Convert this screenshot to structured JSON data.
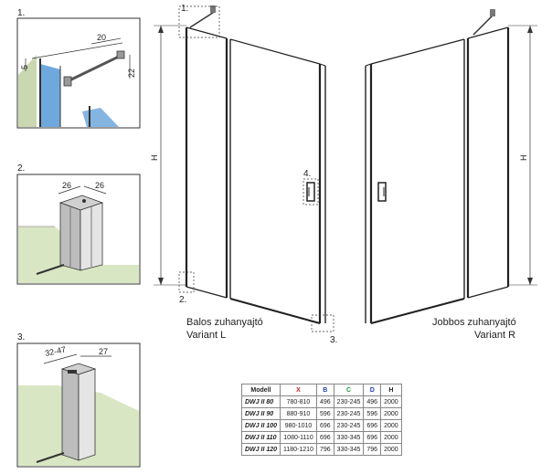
{
  "callouts": {
    "detail1": "1.",
    "detail2": "2.",
    "detail3": "3.",
    "door1": "1.",
    "door2": "2.",
    "door3": "3.",
    "door4": "4."
  },
  "detail1_dims": {
    "a": "20",
    "b": "5",
    "c": "22"
  },
  "detail2_dims": {
    "a": "26",
    "b": "26"
  },
  "detail3_dims": {
    "a": "32-47",
    "b": "27"
  },
  "height_label_left": "H",
  "height_label_right": "H",
  "left_door": {
    "line1": "Balos zuhanyajtó",
    "line2": "Variant L"
  },
  "right_door": {
    "line1": "Jobbos zuhanyajtó",
    "line2": "Variant R"
  },
  "colors": {
    "glass": "#6fa8dc",
    "wall": "#d9e6c3",
    "frame": "#222222",
    "profile": "#b9b9b9"
  },
  "table": {
    "headers": [
      {
        "label": "Modell",
        "color": "#222222"
      },
      {
        "label": "X",
        "color": "#cc2222"
      },
      {
        "label": "B",
        "color": "#2244aa"
      },
      {
        "label": "C",
        "color": "#229944"
      },
      {
        "label": "D",
        "color": "#2244aa"
      },
      {
        "label": "H",
        "color": "#222222"
      }
    ],
    "rows": [
      [
        "DWJ II 80",
        "780-810",
        "496",
        "230-245",
        "496",
        "2000"
      ],
      [
        "DWJ II 90",
        "880-910",
        "596",
        "230-245",
        "596",
        "2000"
      ],
      [
        "DWJ II 100",
        "980-1010",
        "696",
        "230-245",
        "696",
        "2000"
      ],
      [
        "DWJ II 110",
        "1080-1110",
        "696",
        "330-345",
        "696",
        "2000"
      ],
      [
        "DWJ II 120",
        "1180-1210",
        "796",
        "330-345",
        "796",
        "2000"
      ]
    ]
  }
}
